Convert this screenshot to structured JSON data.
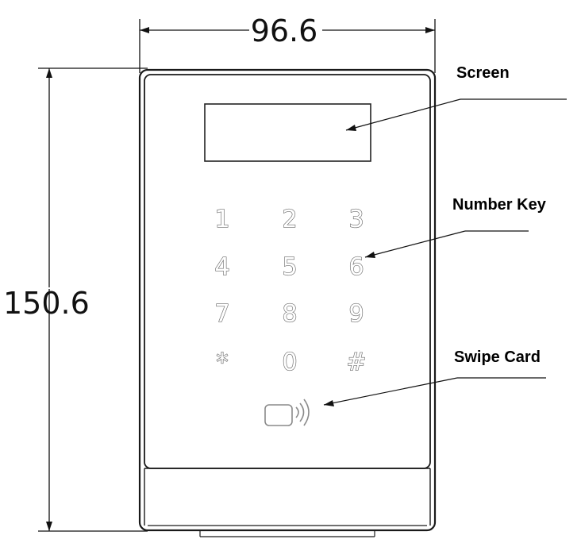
{
  "dimensions": {
    "width_label": "96.6",
    "height_label": "150.6"
  },
  "callouts": {
    "screen": "Screen",
    "number_key": "Number Key",
    "swipe_card": "Swipe Card"
  },
  "keypad": {
    "keys": [
      "1",
      "2",
      "3",
      "4",
      "5",
      "6",
      "7",
      "8",
      "9",
      "*",
      "0",
      "#"
    ]
  },
  "icons": {
    "card_reader": "contactless-card-icon"
  }
}
